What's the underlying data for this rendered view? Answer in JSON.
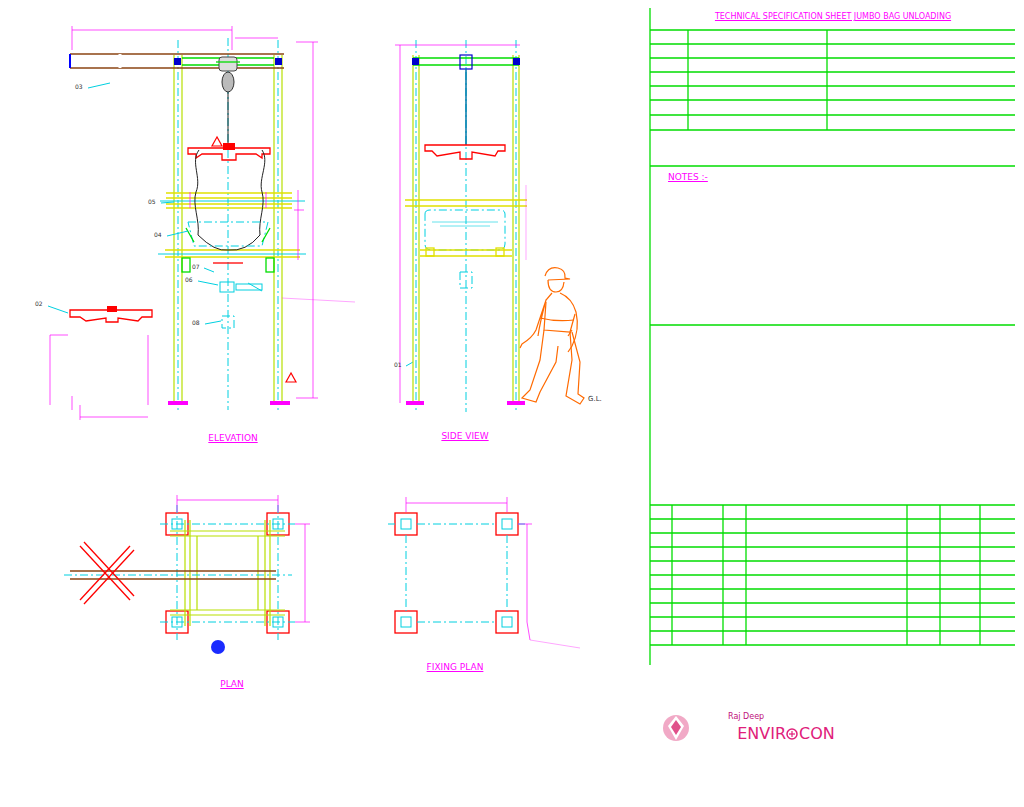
{
  "diagram": {
    "title": "TECHNICAL SPECIFICATION SHEET JUMBO BAG UNLOADING",
    "labels": [
      "03",
      "05",
      "04",
      "07",
      "06",
      "08",
      "02",
      "01",
      "G.L.",
      "ELEVATION",
      "SIDE VIEW",
      "PLAN",
      "FIXING PLAN",
      "NOTES :-",
      "Raj Deep",
      "ENVIR",
      "CON"
    ]
  }
}
